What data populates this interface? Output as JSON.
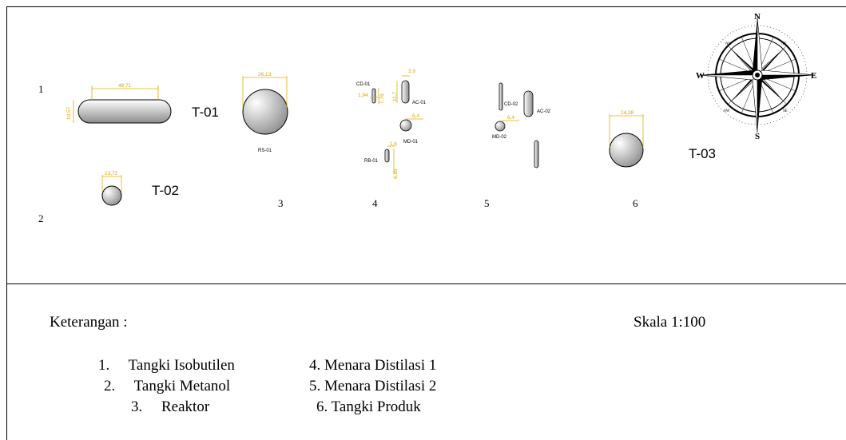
{
  "plant_labels": {
    "t01": "T-01",
    "t02": "T-02",
    "t03": "T-03"
  },
  "row_numbers": [
    "1",
    "2"
  ],
  "column_numbers": [
    "3",
    "4",
    "5",
    "6"
  ],
  "equipment_tags": {
    "rs01_main": "RS-01",
    "cd01": "CD-01",
    "ac01": "AC-01",
    "md01": "MD-01",
    "rb01": "RB-01",
    "cd02": "CD-02",
    "ac02": "AC-02",
    "md02": "MD-02"
  },
  "dimensions": {
    "t01_length": "48,71",
    "t01_height": "10,57",
    "t02_diameter": "13,72",
    "rs01_diameter": "26,13",
    "cd01_width": "1,94",
    "cd01_height": "7,76",
    "ac01_width": "3,9",
    "ac01_height": "11,7",
    "md01_diameter": "6,4",
    "rb01_width": "1,6",
    "rb01_height": "6,85",
    "md02_diameter": "6,4",
    "t03_diameter": "24,38"
  },
  "compass": {
    "n": "N",
    "s": "S",
    "e": "E",
    "w": "W",
    "ne": "NE",
    "nw": "NW",
    "se": "SE",
    "sw": "SW"
  },
  "legend": {
    "title": "Keterangan :",
    "scale": "Skala 1:100",
    "items": [
      "1.     Tangki Isobutilen",
      "2.     Tangki Metanol",
      "3.     Reaktor",
      "4. Menara Distilasi 1",
      "5. Menara Distilasi 2",
      "6. Tangki Produk"
    ]
  },
  "colors": {
    "dimension": "#e0b000",
    "outline": "#000000",
    "shade_light": "#ffffff",
    "shade_dark": "#8a8a8a"
  }
}
